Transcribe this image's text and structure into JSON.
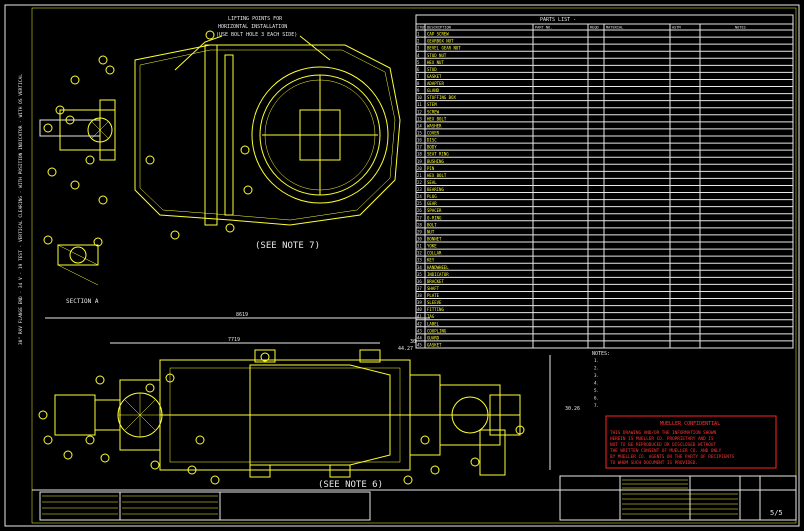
{
  "notes": {
    "top_left_note": [
      "LIFTING POINTS FOR",
      "HORIZONTAL INSTALLATION",
      "(USE BOLT HOLE 3 EACH SIDE)"
    ],
    "see_note_7": "(SEE NOTE 7)",
    "see_note_6": "(SEE NOTE 6)",
    "section_a": "SECTION A",
    "vertical_note": "30\" RAV FLANGE END - 34 V - 19 TEST - VERTICAL CLEARING - WITH POSITION INDICATOR - WITH OS VERTICAL",
    "dim_8619": "8619",
    "dim_7719": "7719",
    "dim_4427": "44.27",
    "dim_30": "30",
    "dim_3026": "30.26"
  },
  "parts_list": {
    "title": "PARTS LIST - ",
    "headers": [
      "ITEM",
      "DESCRIPTION",
      "PART NO.",
      "REQD",
      "MATERIAL",
      "ASTM",
      "NOTES"
    ],
    "rows": [
      [
        "1",
        "CAP SCREW",
        "",
        "",
        "",
        "",
        ""
      ],
      [
        "2",
        "GEARBOX NUT",
        "",
        "",
        "",
        "",
        ""
      ],
      [
        "3",
        "BEVEL GEAR NUT",
        "",
        "",
        "",
        "",
        ""
      ],
      [
        "4",
        "STUD NUT",
        "",
        "",
        "",
        "",
        ""
      ],
      [
        "5",
        "HEX NUT",
        "",
        "",
        "",
        "",
        ""
      ],
      [
        "6",
        "STUD",
        "",
        "",
        "",
        "",
        ""
      ],
      [
        "7",
        "GASKET",
        "",
        "",
        "",
        "",
        ""
      ],
      [
        "8",
        "ADAPTER",
        "",
        "",
        "",
        "",
        ""
      ],
      [
        "9",
        "GLAND",
        "",
        "",
        "",
        "",
        ""
      ],
      [
        "10",
        "STUFFING BOX",
        "",
        "",
        "",
        "",
        ""
      ],
      [
        "11",
        "STEM",
        "",
        "",
        "",
        "",
        ""
      ],
      [
        "12",
        "SCREW",
        "",
        "",
        "",
        "",
        ""
      ],
      [
        "13",
        "HEX BOLT",
        "",
        "",
        "",
        "",
        ""
      ],
      [
        "14",
        "WASHER",
        "",
        "",
        "",
        "",
        ""
      ],
      [
        "15",
        "COVER",
        "",
        "",
        "",
        "",
        ""
      ],
      [
        "16",
        "DISC",
        "",
        "",
        "",
        "",
        ""
      ],
      [
        "17",
        "BODY",
        "",
        "",
        "",
        "",
        ""
      ],
      [
        "18",
        "SEAT RING",
        "",
        "",
        "",
        "",
        ""
      ],
      [
        "19",
        "BUSHING",
        "",
        "",
        "",
        "",
        ""
      ],
      [
        "20",
        "PIN",
        "",
        "",
        "",
        "",
        ""
      ],
      [
        "21",
        "HEX BOLT",
        "",
        "",
        "",
        "",
        ""
      ],
      [
        "22",
        "SEAL",
        "",
        "",
        "",
        "",
        ""
      ],
      [
        "23",
        "BEARING",
        "",
        "",
        "",
        "",
        ""
      ],
      [
        "24",
        "PLUG",
        "",
        "",
        "",
        "",
        ""
      ],
      [
        "25",
        "GEAR",
        "",
        "",
        "",
        "",
        ""
      ],
      [
        "26",
        "SPACER",
        "",
        "",
        "",
        "",
        ""
      ],
      [
        "27",
        "O-RING",
        "",
        "",
        "",
        "",
        ""
      ],
      [
        "28",
        "BOLT",
        "",
        "",
        "",
        "",
        ""
      ],
      [
        "29",
        "NUT",
        "",
        "",
        "",
        "",
        ""
      ],
      [
        "30",
        "BONNET",
        "",
        "",
        "",
        "",
        ""
      ],
      [
        "31",
        "YOKE",
        "",
        "",
        "",
        "",
        ""
      ],
      [
        "32",
        "COLLAR",
        "",
        "",
        "",
        "",
        ""
      ],
      [
        "33",
        "KEY",
        "",
        "",
        "",
        "",
        ""
      ],
      [
        "34",
        "HANDWHEEL",
        "",
        "",
        "",
        "",
        ""
      ],
      [
        "35",
        "INDICATOR",
        "",
        "",
        "",
        "",
        ""
      ],
      [
        "36",
        "BRACKET",
        "",
        "",
        "",
        "",
        ""
      ],
      [
        "37",
        "SHAFT",
        "",
        "",
        "",
        "",
        ""
      ],
      [
        "38",
        "PLATE",
        "",
        "",
        "",
        "",
        ""
      ],
      [
        "39",
        "SLEEVE",
        "",
        "",
        "",
        "",
        ""
      ],
      [
        "40",
        "FITTING",
        "",
        "",
        "",
        "",
        ""
      ],
      [
        "41",
        "TAG",
        "",
        "",
        "",
        "",
        ""
      ],
      [
        "42",
        "LABEL",
        "",
        "",
        "",
        "",
        ""
      ],
      [
        "43",
        "COUPLING",
        "",
        "",
        "",
        "",
        ""
      ],
      [
        "44",
        "GUARD",
        "",
        "",
        "",
        "",
        ""
      ],
      [
        "45",
        "GASKET",
        "",
        "",
        "",
        "",
        ""
      ]
    ]
  },
  "notes_block": {
    "title": "NOTES:",
    "lines": [
      "1. ",
      "2. ",
      "3. ",
      "4. ",
      "5. ",
      "6. ",
      "7. "
    ]
  },
  "confidential": {
    "title": "MUELLER CONFIDENTIAL",
    "lines": [
      "THIS DRAWING AND/OR THE INFORMATION SHOWN",
      "HEREIN IS MUELLER CO. PROPRIETARY AND IS",
      "NOT TO BE REPRODUCED OR DISCLOSED WITHOUT",
      "THE WRITTEN CONSENT OF MUELLER CO. AND ONLY",
      "BY MUELLER CO. AGENTS OR THE PARTY OF RECIPIENTS",
      "TO WHOM SUCH DOCUMENT IS PROVIDED."
    ]
  },
  "title_block": {
    "sheet": "5/5"
  },
  "colors": {
    "background": "#000000",
    "line": "#ffff33",
    "text": "#e8e8e8",
    "warning": "#ff3333"
  }
}
